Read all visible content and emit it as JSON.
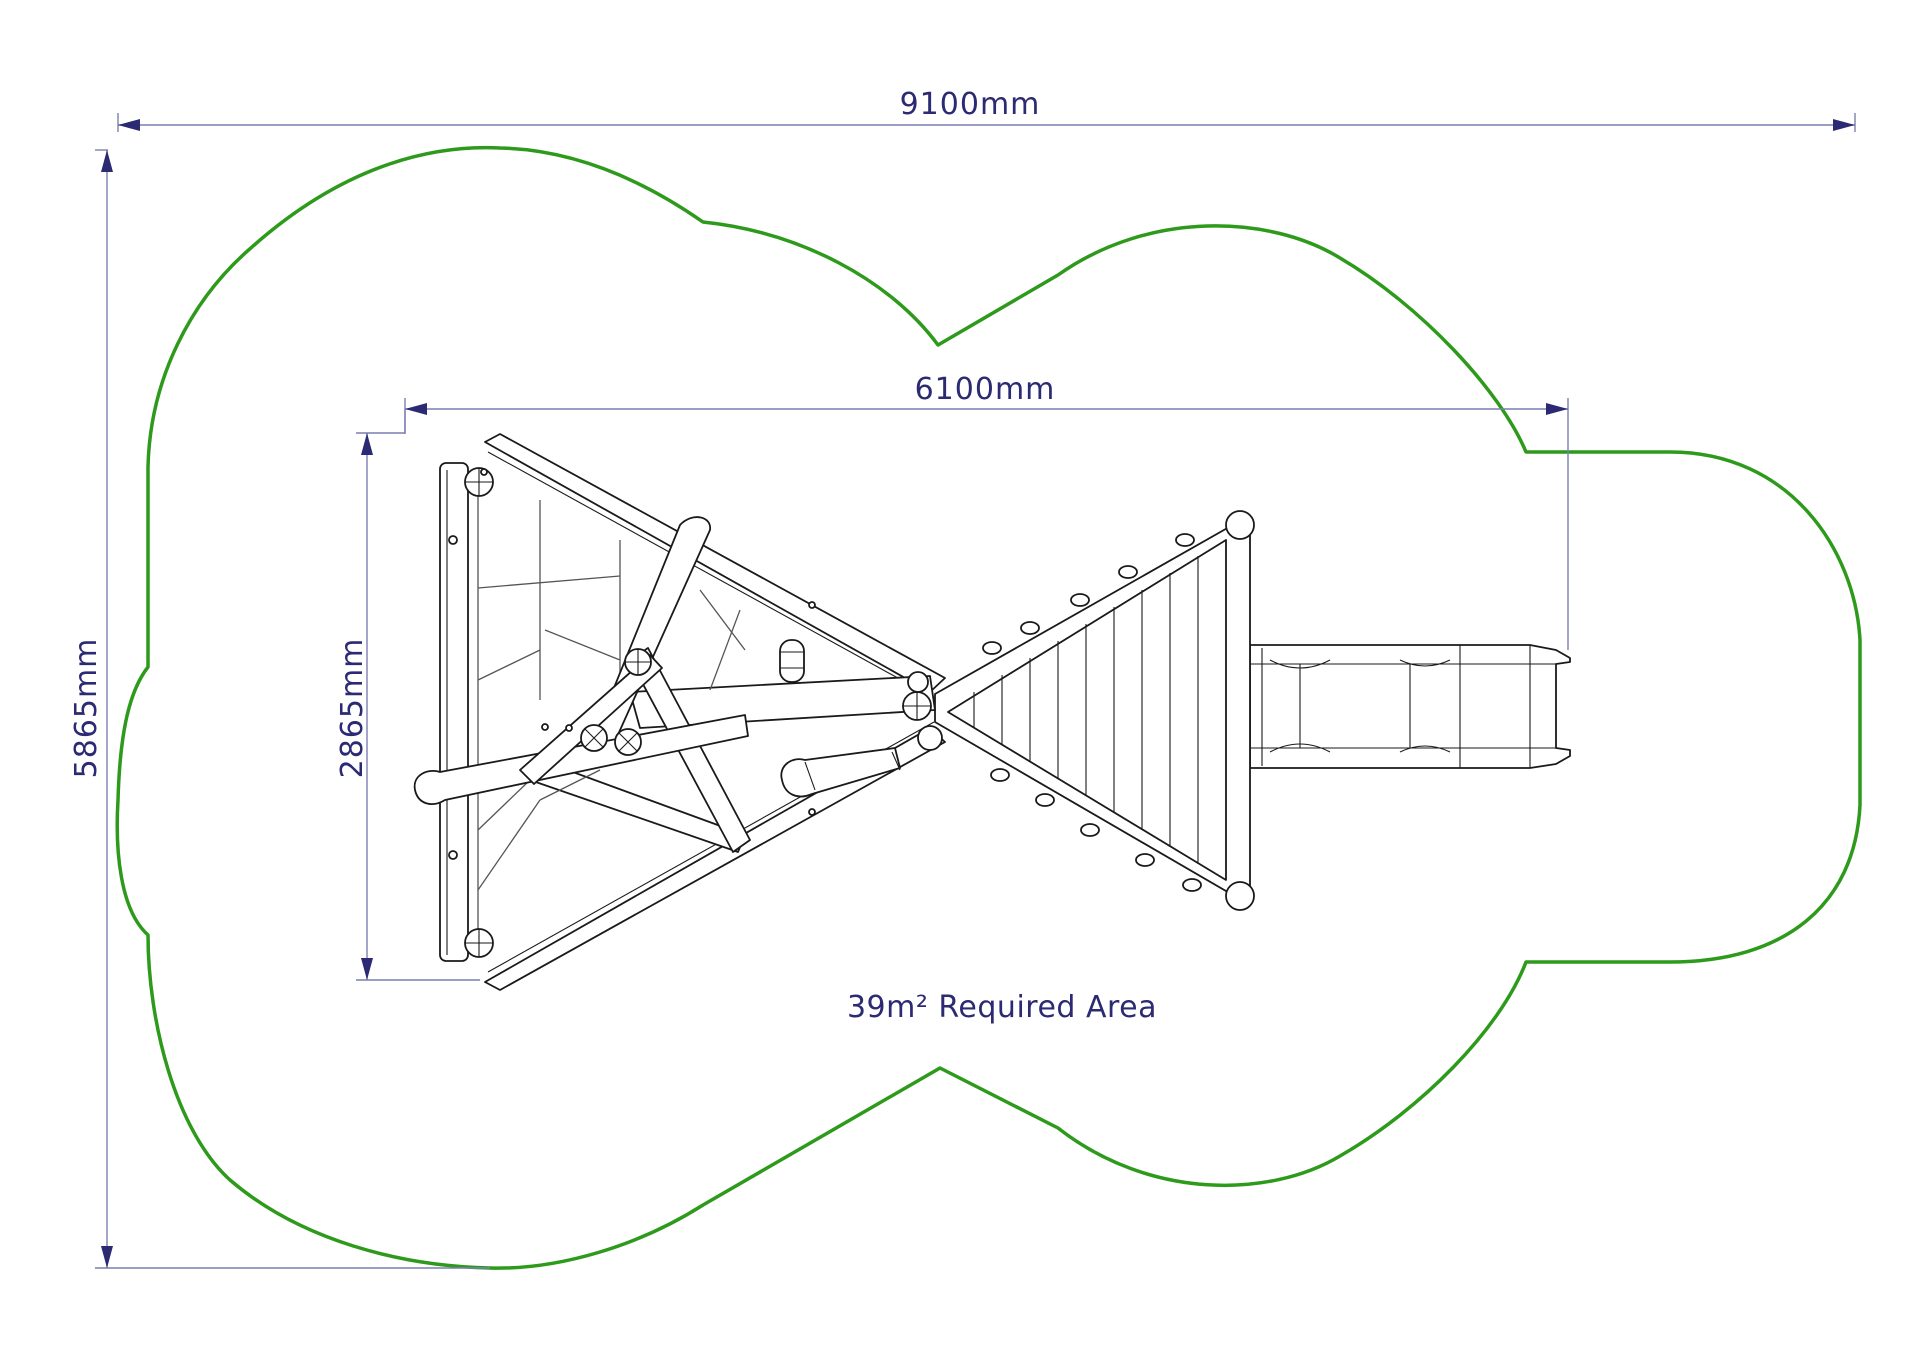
{
  "dimensions": {
    "overall_width": "9100mm",
    "overall_depth": "5865mm",
    "equipment_width": "6100mm",
    "equipment_depth": "2865mm"
  },
  "area_label": "39m² Required Area",
  "colors": {
    "dimension_text": "#2b2a72",
    "safety_boundary": "#2e9a1c",
    "equipment_line": "#1a1a1a"
  }
}
